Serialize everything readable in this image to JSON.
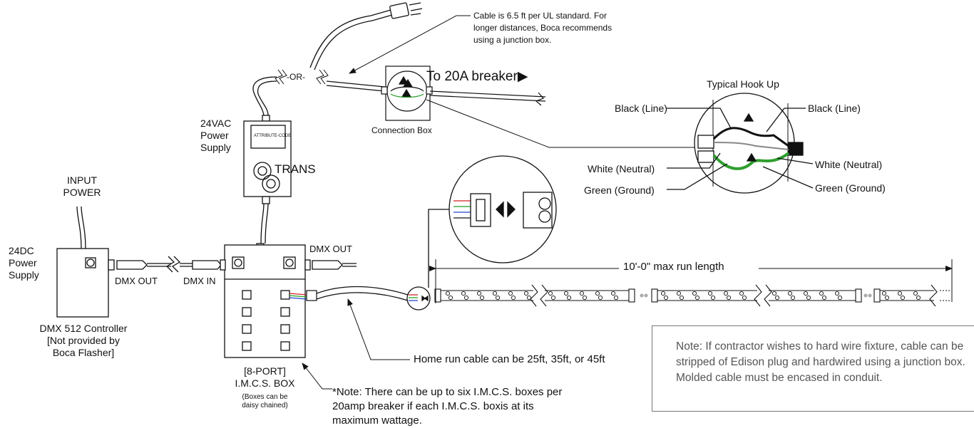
{
  "labels": {
    "cable_note": [
      "Cable is 6.5 ft per UL standard. For",
      "longer distances, Boca recommends",
      "using a junction box."
    ],
    "or_label": "-OR-",
    "to_breaker": "To 20A breaker",
    "connection_box": "Connection Box",
    "typical_hookup": "Typical Hook Up",
    "black_line_left": "Black (Line)",
    "black_line_right": "Black (Line)",
    "white_neutral_left": "White (Neutral)",
    "white_neutral_right": "White (Neutral)",
    "green_ground_left": "Green (Ground)",
    "green_ground_right": "Green (Ground)",
    "power_supply_24vac": [
      "24VAC",
      "Power",
      "Supply"
    ],
    "trans": "TRANS",
    "transformer_tag": "ATTRIBUTE-CODE",
    "input_power": [
      "INPUT",
      "POWER"
    ],
    "power_supply_24dc": [
      "24DC",
      "Power",
      "Supply"
    ],
    "dmx_out_left": "DMX OUT",
    "dmx_in": "DMX IN",
    "dmx_out_right": "DMX OUT",
    "controller": [
      "DMX 512 Controller",
      "[Not provided by",
      "Boca Flasher]"
    ],
    "imcs_box": [
      "[8-PORT]",
      "I.M.C.S. BOX"
    ],
    "imcs_box_sub": [
      "(Boxes can be",
      "daisy chained)"
    ],
    "run_length": "10'-0\" max run length",
    "home_run": "Home run cable can be 25ft, 35ft, or 45ft",
    "footnote": [
      "*Note: There can be up to six I.M.C.S. boxes per",
      "20amp breaker if each I.M.C.S. boxis at its",
      "maximum wattage."
    ],
    "contractor_note": "Note: If contractor wishes to hard wire fixture, cable can be stripped of Edison plug and hardwired using a junction box. Molded cable must be encased in conduit."
  },
  "colors": {
    "line": "#111111",
    "ground_wire": "#2e9e2e",
    "note_text": "#555555",
    "ribbon_red": "#d22222",
    "ribbon_green": "#22a022",
    "ribbon_blue": "#2244cc"
  }
}
